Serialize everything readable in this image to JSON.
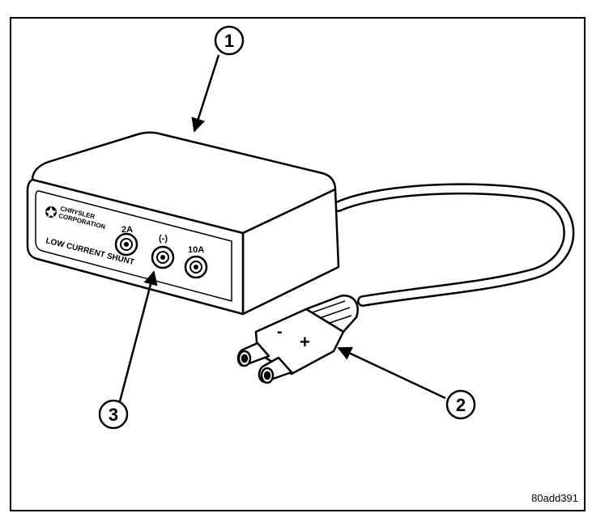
{
  "figure_id": "80add391",
  "device": {
    "brand_line1": "CHRYSLER",
    "brand_line2": "CORPORATION",
    "panel_label": "LOW CURRENT SHUNT",
    "jack_labels": [
      "2A",
      "(-)",
      "10A"
    ]
  },
  "plug": {
    "minus_sign": "-",
    "plus_sign": "+"
  },
  "callouts": [
    "1",
    "2",
    "3"
  ]
}
